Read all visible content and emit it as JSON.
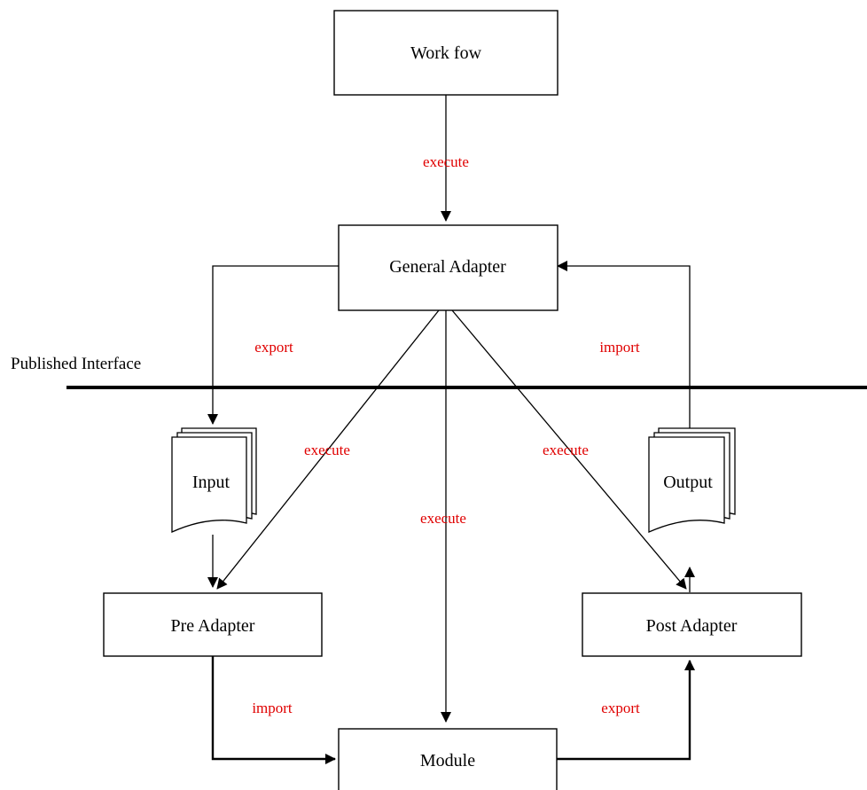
{
  "nodes": {
    "workflow": "Work fow",
    "general_adapter": "General Adapter",
    "input": "Input",
    "output": "Output",
    "pre_adapter": "Pre Adapter",
    "post_adapter": "Post Adapter",
    "module": "Module"
  },
  "interface_label": "Published Interface",
  "edges": {
    "workflow_to_general": "execute",
    "general_to_input": "export",
    "output_to_general": "import",
    "general_to_pre": "execute",
    "general_to_module": "execute",
    "general_to_post": "execute",
    "pre_to_module": "import",
    "module_to_post": "export"
  },
  "colors": {
    "edge_label": "#e00000",
    "stroke": "#000000"
  }
}
